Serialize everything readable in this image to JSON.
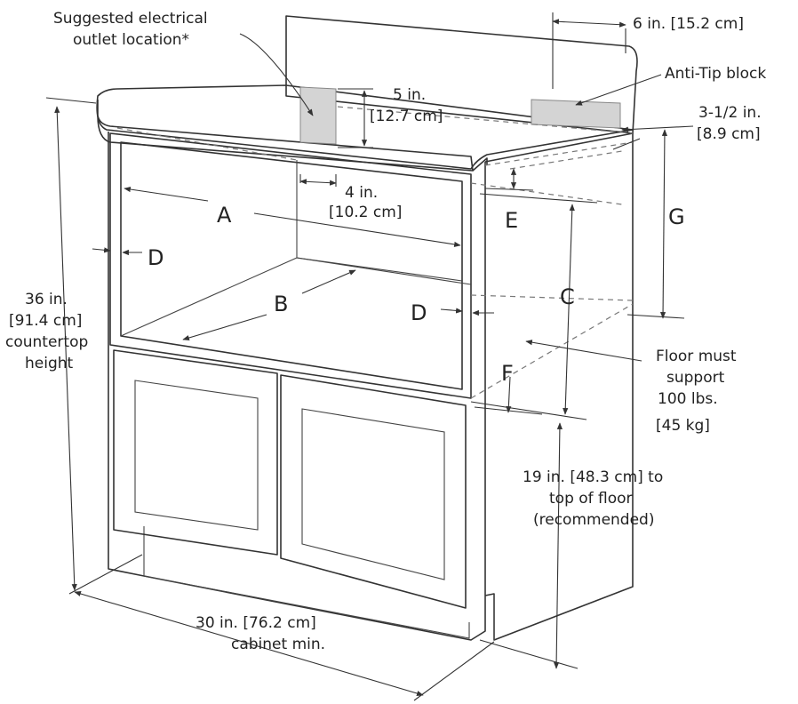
{
  "labels": {
    "outlet": [
      "Suggested electrical",
      "outlet location*"
    ],
    "six_in": "6 in. [15.2 cm]",
    "anti_tip": "Anti-Tip block",
    "five_in": [
      "5 in.",
      "[12.7 cm]"
    ],
    "three_half_in": [
      "3-1/2 in.",
      "[8.9 cm]"
    ],
    "four_in": [
      "4 in.",
      "[10.2 cm]"
    ],
    "countertop": [
      "36 in.",
      "[91.4 cm]",
      "countertop",
      "height"
    ],
    "floor_support": [
      "Floor must",
      "support",
      "100 lbs.",
      "[45 kg]"
    ],
    "nineteen_in": [
      "19 in. [48.3 cm] to",
      "top of floor",
      "(recommended)"
    ],
    "thirty_in": [
      "30 in. [76.2 cm]",
      "cabinet min."
    ]
  },
  "letters": {
    "A": "A",
    "B": "B",
    "C": "C",
    "D": "D",
    "E": "E",
    "F": "F",
    "G": "G"
  }
}
